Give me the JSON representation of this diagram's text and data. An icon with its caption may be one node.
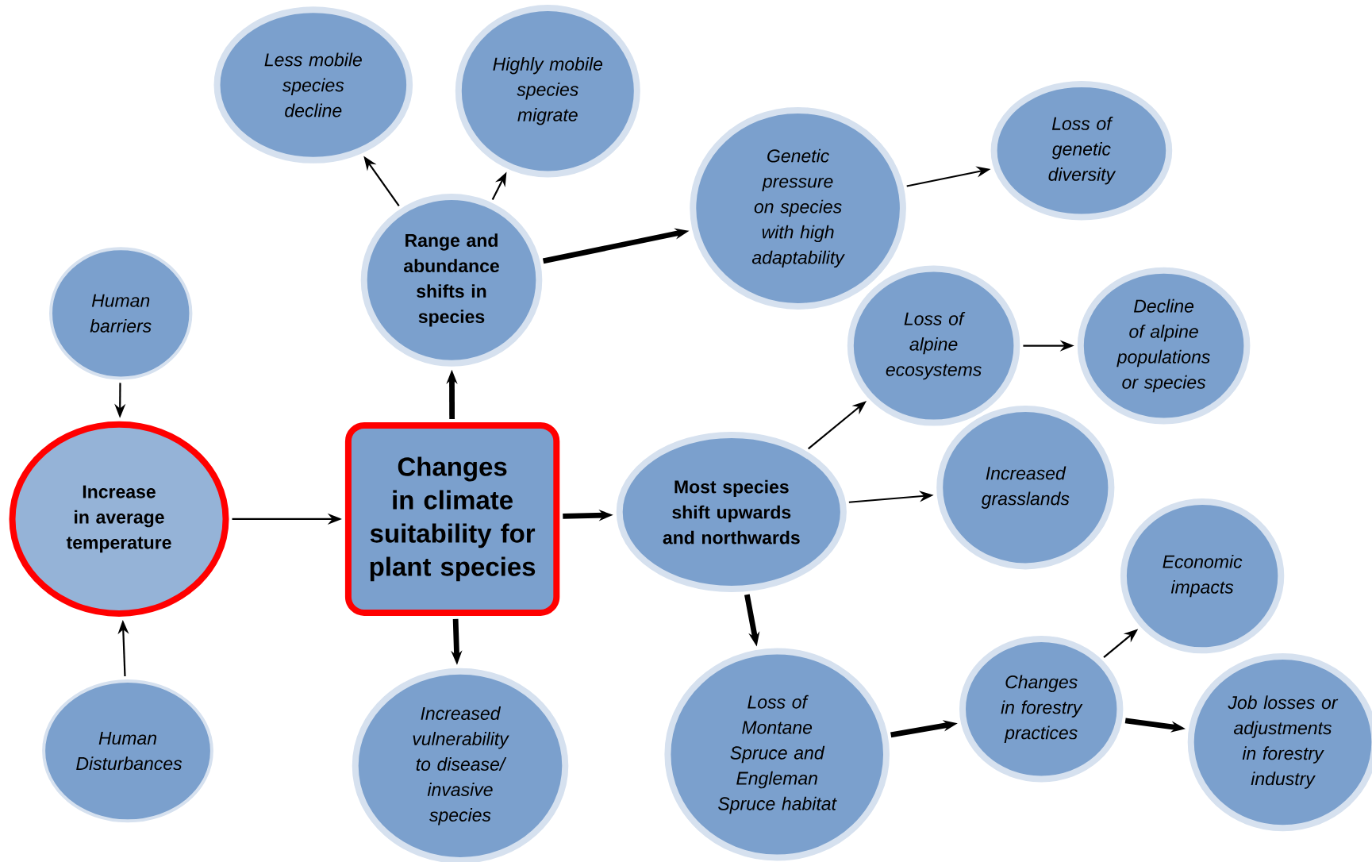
{
  "diagram": {
    "nodes": [
      {
        "text": [
          "Human barriers"
        ]
      },
      {
        "text": [
          "Increase in average temperature"
        ]
      },
      {
        "text": [
          "Human Disturbances"
        ]
      },
      {
        "text": [
          "Changes in climate suitability for plant species"
        ]
      },
      {
        "text": [
          "Less mobile species decline"
        ]
      },
      {
        "text": [
          "Highly mobile species migrate"
        ]
      },
      {
        "text": [
          "Range and abundance shifts in species"
        ]
      },
      {
        "text": [
          "Genetic pressure on species with high adaptability"
        ]
      },
      {
        "text": [
          "Loss of genetic diversity"
        ]
      },
      {
        "text": [
          "Loss of alpine ecosystems"
        ]
      },
      {
        "text": [
          "Decline of alpine populations or species"
        ]
      },
      {
        "text": [
          "Most species shift upwards and northwards"
        ]
      },
      {
        "text": [
          "Increased grasslands"
        ]
      },
      {
        "text": [
          "Economic impacts"
        ]
      },
      {
        "text": [
          "Increased vulnerability to disease/ invasive species"
        ]
      },
      {
        "text": [
          "Loss of Montane Spruce and Engleman Spruce habitat"
        ]
      },
      {
        "text": [
          "Changes in forestry practices"
        ]
      },
      {
        "text": [
          "Job losses or adjustments in forestry industry"
        ]
      }
    ],
    "edges": [
      {
        "from": 0,
        "to": 1,
        "arrow": "to"
      },
      {
        "from": 2,
        "to": 1,
        "arrow": "to"
      },
      {
        "from": 1,
        "to": 3,
        "arrow": "to"
      },
      {
        "from": 3,
        "to": 6,
        "arrow": "to",
        "style": "thick"
      },
      {
        "from": 3,
        "to": 14,
        "arrow": "to",
        "style": "thick"
      },
      {
        "from": 3,
        "to": 11,
        "arrow": "to",
        "style": "thick"
      },
      {
        "from": 6,
        "to": 4,
        "arrow": "to"
      },
      {
        "from": 6,
        "to": 5,
        "arrow": "to"
      },
      {
        "from": 6,
        "to": 7,
        "arrow": "to",
        "style": "thick"
      },
      {
        "from": 7,
        "to": 8,
        "arrow": "to"
      },
      {
        "from": 11,
        "to": 9,
        "arrow": "to"
      },
      {
        "from": 9,
        "to": 10,
        "arrow": "to"
      },
      {
        "from": 11,
        "to": 12,
        "arrow": "to"
      },
      {
        "from": 11,
        "to": 15,
        "arrow": "to",
        "style": "thick"
      },
      {
        "from": 15,
        "to": 16,
        "arrow": "to",
        "style": "thick"
      },
      {
        "from": 16,
        "to": 13,
        "arrow": "to"
      },
      {
        "from": 16,
        "to": 17,
        "arrow": "to",
        "style": "thick"
      }
    ]
  }
}
